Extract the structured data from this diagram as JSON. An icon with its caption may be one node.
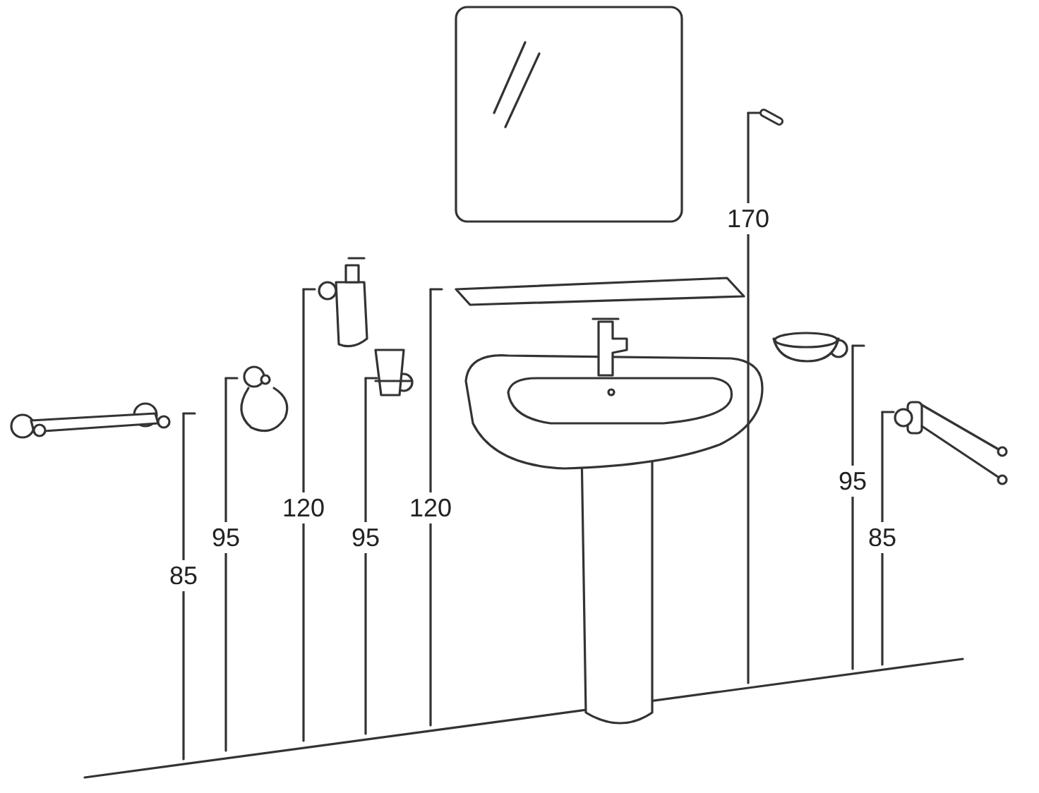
{
  "diagram": {
    "labels": [
      "85",
      "95",
      "120",
      "95",
      "120",
      "170",
      "95",
      "85"
    ]
  }
}
